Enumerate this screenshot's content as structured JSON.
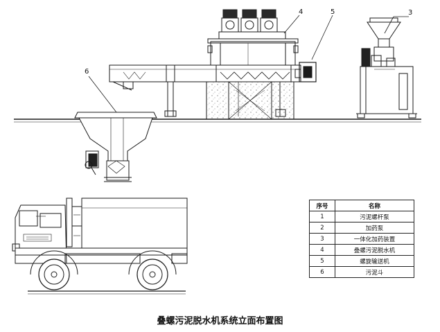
{
  "callouts": [
    {
      "id": "1",
      "text": "3"
    },
    {
      "id": "2",
      "text": "4"
    },
    {
      "id": "3",
      "text": "5"
    },
    {
      "id": "4",
      "text": "6"
    }
  ],
  "legend": {
    "headers": {
      "number": "序号",
      "name": "名称"
    },
    "rows": [
      {
        "number": "1",
        "name": "污泥螺杆泵"
      },
      {
        "number": "2",
        "name": "加药泵"
      },
      {
        "number": "3",
        "name": "一体化加药装置"
      },
      {
        "number": "4",
        "name": "叠螺污泥脱水机"
      },
      {
        "number": "5",
        "name": "螺旋输送机"
      },
      {
        "number": "6",
        "name": "污泥斗"
      }
    ]
  },
  "caption": "叠螺污泥脱水机系统立面布置图"
}
